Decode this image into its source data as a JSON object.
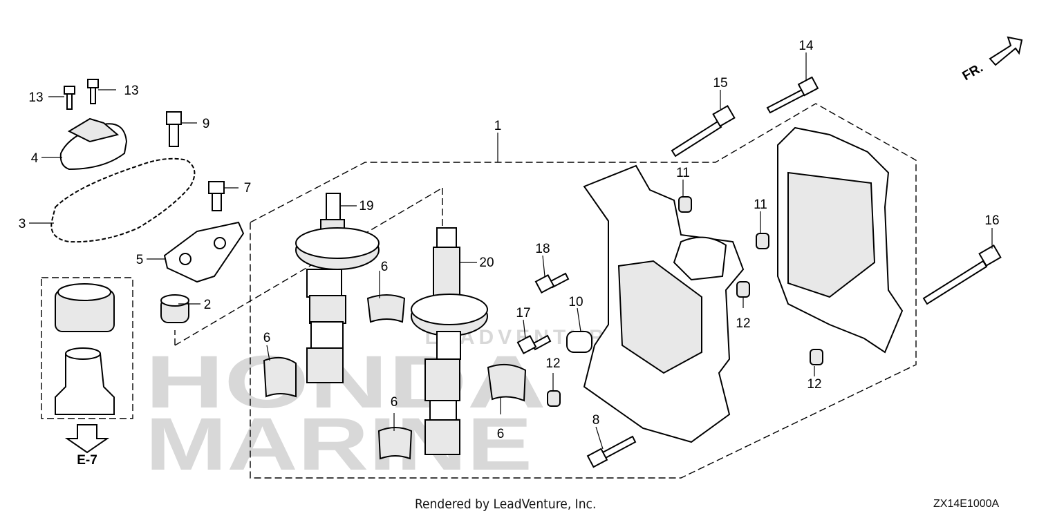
{
  "diagram": {
    "callouts": [
      "1",
      "2",
      "3",
      "4",
      "5",
      "6",
      "6",
      "6",
      "6",
      "7",
      "8",
      "9",
      "10",
      "11",
      "11",
      "12",
      "12",
      "12",
      "13",
      "13",
      "14",
      "15",
      "16",
      "17",
      "18",
      "19",
      "20"
    ],
    "direction_label": "FR.",
    "reference_label": "E-7",
    "watermark": {
      "brand_line1": "HONDA",
      "brand_line2": "MARINE",
      "logo_text": "LEADVENTURE"
    }
  },
  "footer": {
    "credit": "Rendered by LeadVenture, Inc.",
    "diagram_code": "ZX14E1000A"
  }
}
